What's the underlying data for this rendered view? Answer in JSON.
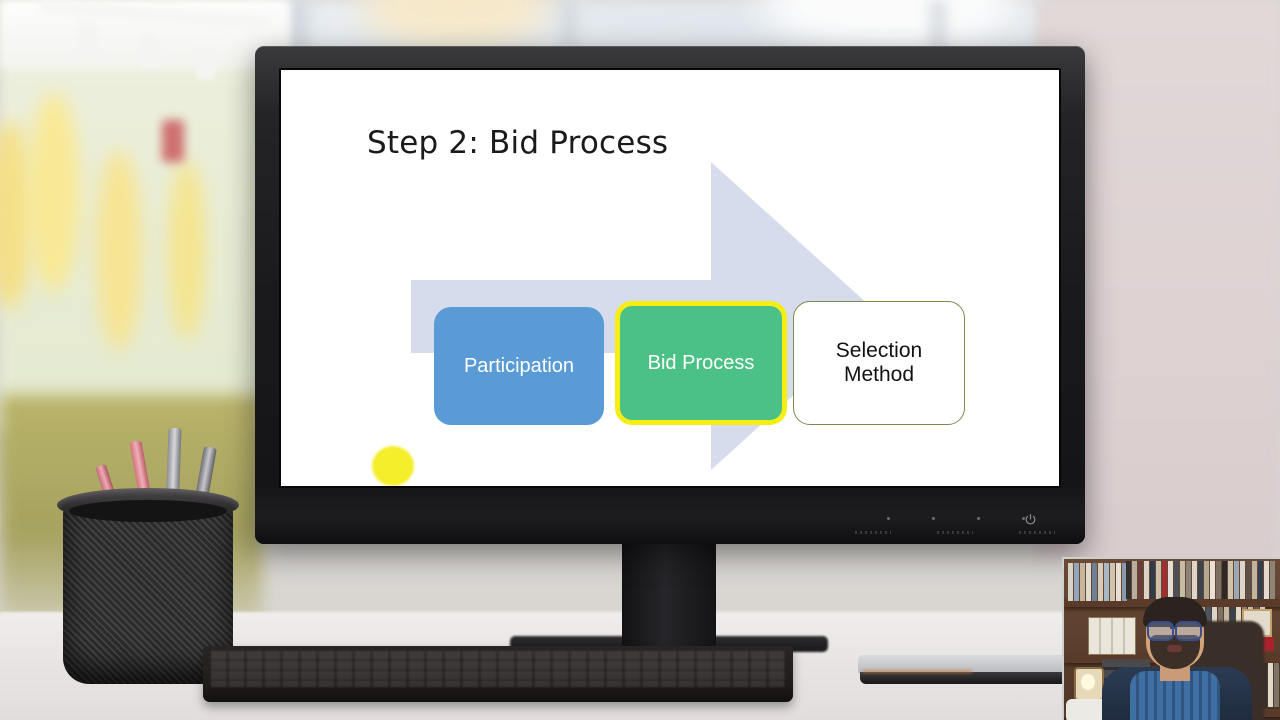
{
  "scene": {
    "description": "Blurred office background with a desktop monitor showing a presentation slide, keyboard, pen cup, laptop and a webcam overlay of the presenter"
  },
  "slide": {
    "title": "Step 2: Bid Process",
    "steps": [
      {
        "label": "Participation",
        "style": "blue",
        "fill": "#5B9BD5",
        "text_color": "#FFFFFF",
        "highlighted": false
      },
      {
        "label": "Bid Process",
        "style": "green-highlighted",
        "fill": "#4BC187",
        "text_color": "#FFFFFF",
        "highlighted": true,
        "highlight_color": "#F6EE12"
      },
      {
        "label": "Selection\nMethod",
        "label_line1": "Selection",
        "label_line2": "Method",
        "style": "white-outline",
        "fill": "#FFFFFF",
        "text_color": "#121212",
        "border_color": "#7B8A4E",
        "highlighted": false
      }
    ],
    "arrow": {
      "name": "right-arrow-banner",
      "color": "#D6DCEB"
    },
    "pointer": {
      "name": "laser-pointer-dot",
      "color": "#F5EE2A"
    }
  },
  "monitor": {
    "bezel_color": "#1A1A1C",
    "power_button_label": "power",
    "control_dots": [
      "",
      "",
      "",
      ""
    ]
  },
  "desk": {
    "keyboard": "keyboard",
    "laptop": "closed-laptop",
    "pen_cup": "mesh-pen-holder"
  },
  "webcam": {
    "label": "presenter-webcam",
    "background": "bookshelf"
  },
  "colors": {
    "blue": "#5B9BD5",
    "green": "#4BC187",
    "yellow_highlight": "#F6EE12",
    "arrow_gray_blue": "#D6DCEB",
    "laser_yellow": "#F5EE2A",
    "white_box_border": "#7B8A4E",
    "slide_background": "#FFFFFF",
    "title_text": "#1A1A1A"
  }
}
